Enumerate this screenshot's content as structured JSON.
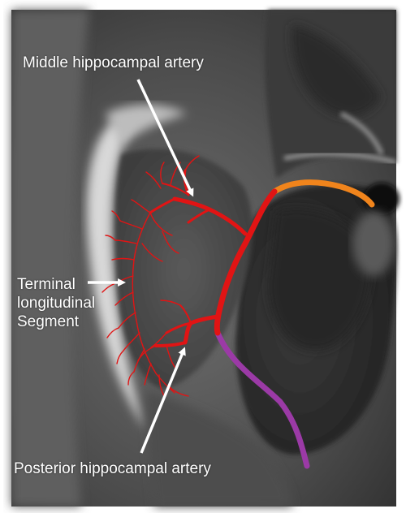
{
  "annotations": {
    "middle_label": "Middle hippocampal artery",
    "terminal_label_lines": [
      "Terminal",
      "longitudinal",
      "Segment"
    ],
    "posterior_label": "Posterior hippocampal artery"
  },
  "colors": {
    "artery_main": "#e11414",
    "segment_upper": "#f0841c",
    "segment_lower": "#9b3aa6",
    "label_text": "#ffffff",
    "arrow": "#ffffff",
    "frame": "#ffffff"
  }
}
